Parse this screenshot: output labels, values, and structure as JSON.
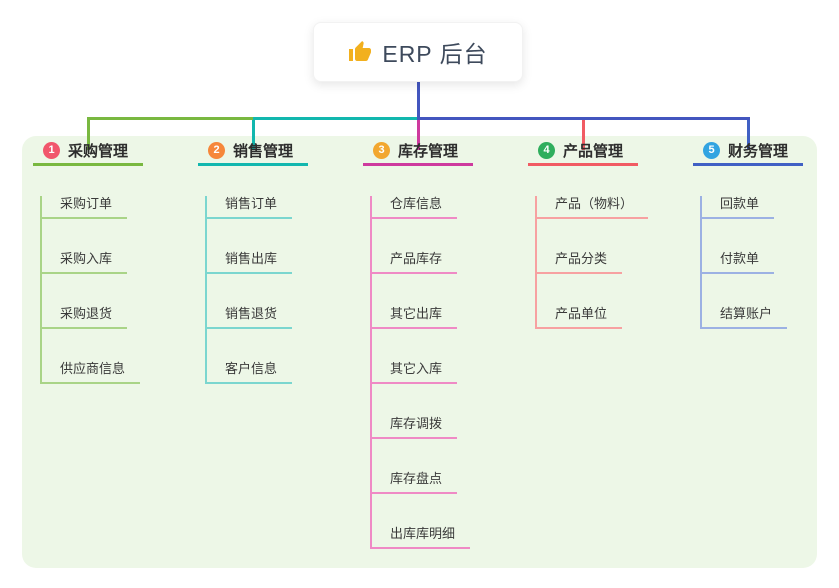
{
  "root": {
    "label": "ERP 后台",
    "icon": "thumbs-up-icon",
    "icon_color": "#f2b01e"
  },
  "colors": {
    "canvas_bg": "#ffffff",
    "panel_bg": "#edf7e7",
    "root_line": "#4356bf",
    "root_text": "#3e4a5c"
  },
  "branches": [
    {
      "number": "1",
      "title": "采购管理",
      "badge_color": "#f1566c",
      "line_color": "#79b840",
      "child_line_color": "#a9d487",
      "children": [
        "采购订单",
        "采购入库",
        "采购退货",
        "供应商信息"
      ]
    },
    {
      "number": "2",
      "title": "销售管理",
      "badge_color": "#f6873a",
      "line_color": "#12b7ae",
      "child_line_color": "#7bd6cf",
      "children": [
        "销售订单",
        "销售出库",
        "销售退货",
        "客户信息"
      ]
    },
    {
      "number": "3",
      "title": "库存管理",
      "badge_color": "#f2a72f",
      "line_color": "#ce3a9e",
      "child_line_color": "#ef8ac5",
      "children": [
        "仓库信息",
        "产品库存",
        "其它出库",
        "其它入库",
        "库存调拨",
        "库存盘点",
        "出库库明细"
      ]
    },
    {
      "number": "4",
      "title": "产品管理",
      "badge_color": "#2fae5d",
      "line_color": "#f15b63",
      "child_line_color": "#f7a1a1",
      "children": [
        "产品（物料）",
        "产品分类",
        "产品单位"
      ]
    },
    {
      "number": "5",
      "title": "财务管理",
      "badge_color": "#32a4e1",
      "line_color": "#4060c4",
      "child_line_color": "#9cb1e3",
      "children": [
        "回款单",
        "付款单",
        "结算账户"
      ]
    }
  ]
}
